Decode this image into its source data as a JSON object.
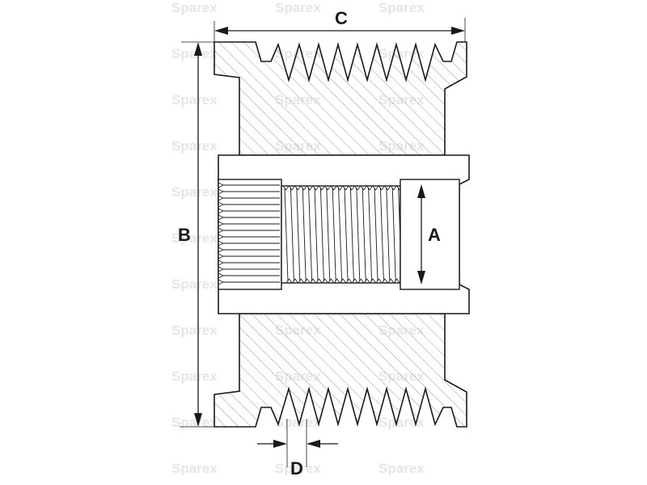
{
  "watermark": {
    "text": "Sparex",
    "color": "#e6e6e6"
  },
  "dimensions": {
    "a": "A",
    "b": "B",
    "c": "C",
    "d": "D"
  },
  "colors": {
    "stroke": "#1a1a1a",
    "hatch": "#9a9a9a",
    "background": "#ffffff"
  }
}
